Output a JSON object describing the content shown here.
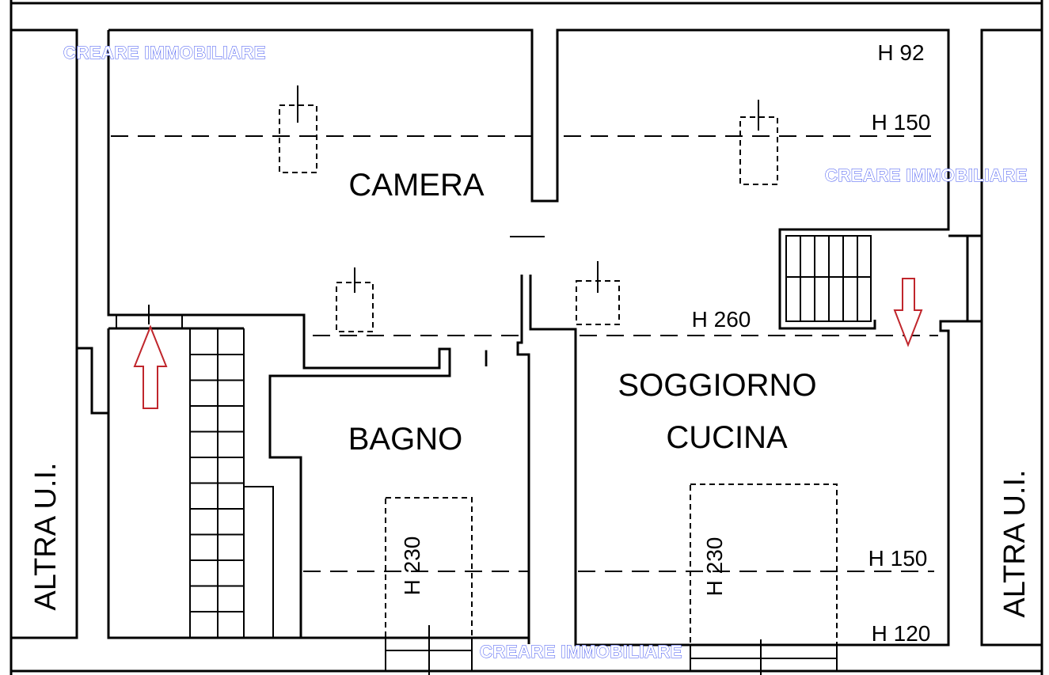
{
  "rooms": {
    "camera": "CAMERA",
    "bagno": "BAGNO",
    "soggiorno_line1": "SOGGIORNO",
    "soggiorno_line2": "CUCINA"
  },
  "neighbours": {
    "left": "ALTRA U.I.",
    "right": "ALTRA U.I."
  },
  "heights": {
    "h92": "H 92",
    "h150_top": "H 150",
    "h260": "H 260",
    "h230_bagno": "H 230",
    "h230_soggiorno": "H 230",
    "h150_bottom": "H 150",
    "h120": "H 120"
  },
  "marks": {
    "bagno_tick": "I"
  },
  "watermarks": {
    "top_left": "CREARE IMMOBILIARE",
    "mid_right": "CREARE IMMOBILIARE",
    "bottom": "CREARE IMMOBILIARE"
  },
  "colors": {
    "walls": "#000000",
    "arrows": "#c0262c",
    "watermark": "#3b4ff0"
  }
}
